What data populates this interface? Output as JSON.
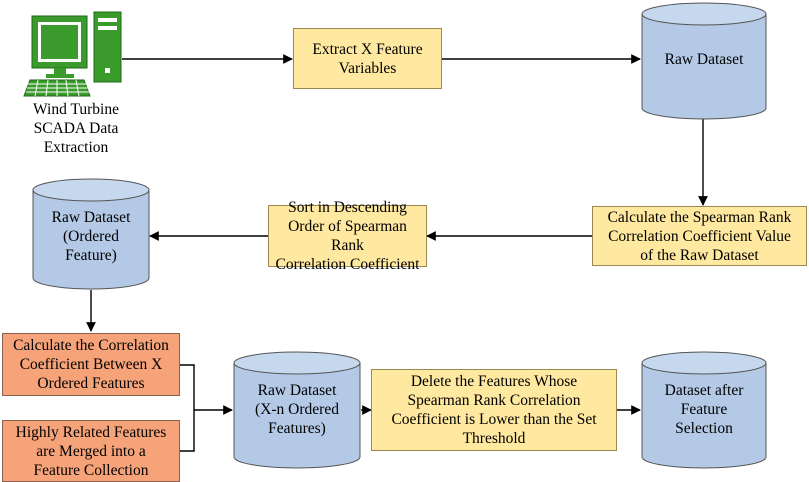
{
  "nodes": {
    "computer_label": "Wind Turbine\nSCADA Data\nExtraction",
    "extract": "Extract X Feature\nVariables",
    "raw1": "Raw Dataset",
    "calc_spearman": "Calculate the Spearman Rank\nCorrelation Coefficient Value\nof the Raw Dataset",
    "sort": "Sort in Descending\nOrder of Spearman Rank\nCorrelation Coefficient",
    "raw_ordered": "Raw Dataset\n(Ordered\nFeature)",
    "calc_corr": "Calculate the Correlation\nCoefficient Between X\nOrdered Features",
    "merged": "Highly Related Features\nare Merged into a\nFeature Collection",
    "raw_xn": "Raw Dataset\n(X-n Ordered\nFeatures)",
    "delete": "Delete the Features Whose\nSpearman Rank Correlation\nCoefficient is Lower than the Set\nThreshold",
    "final": "Dataset after\nFeature\nSelection"
  },
  "colors": {
    "computer": "#3a9a2c",
    "process_box": "#ffe8a0",
    "highlight_box": "#f7a37a",
    "cylinder": "#b3c9e6",
    "line": "#000000"
  }
}
